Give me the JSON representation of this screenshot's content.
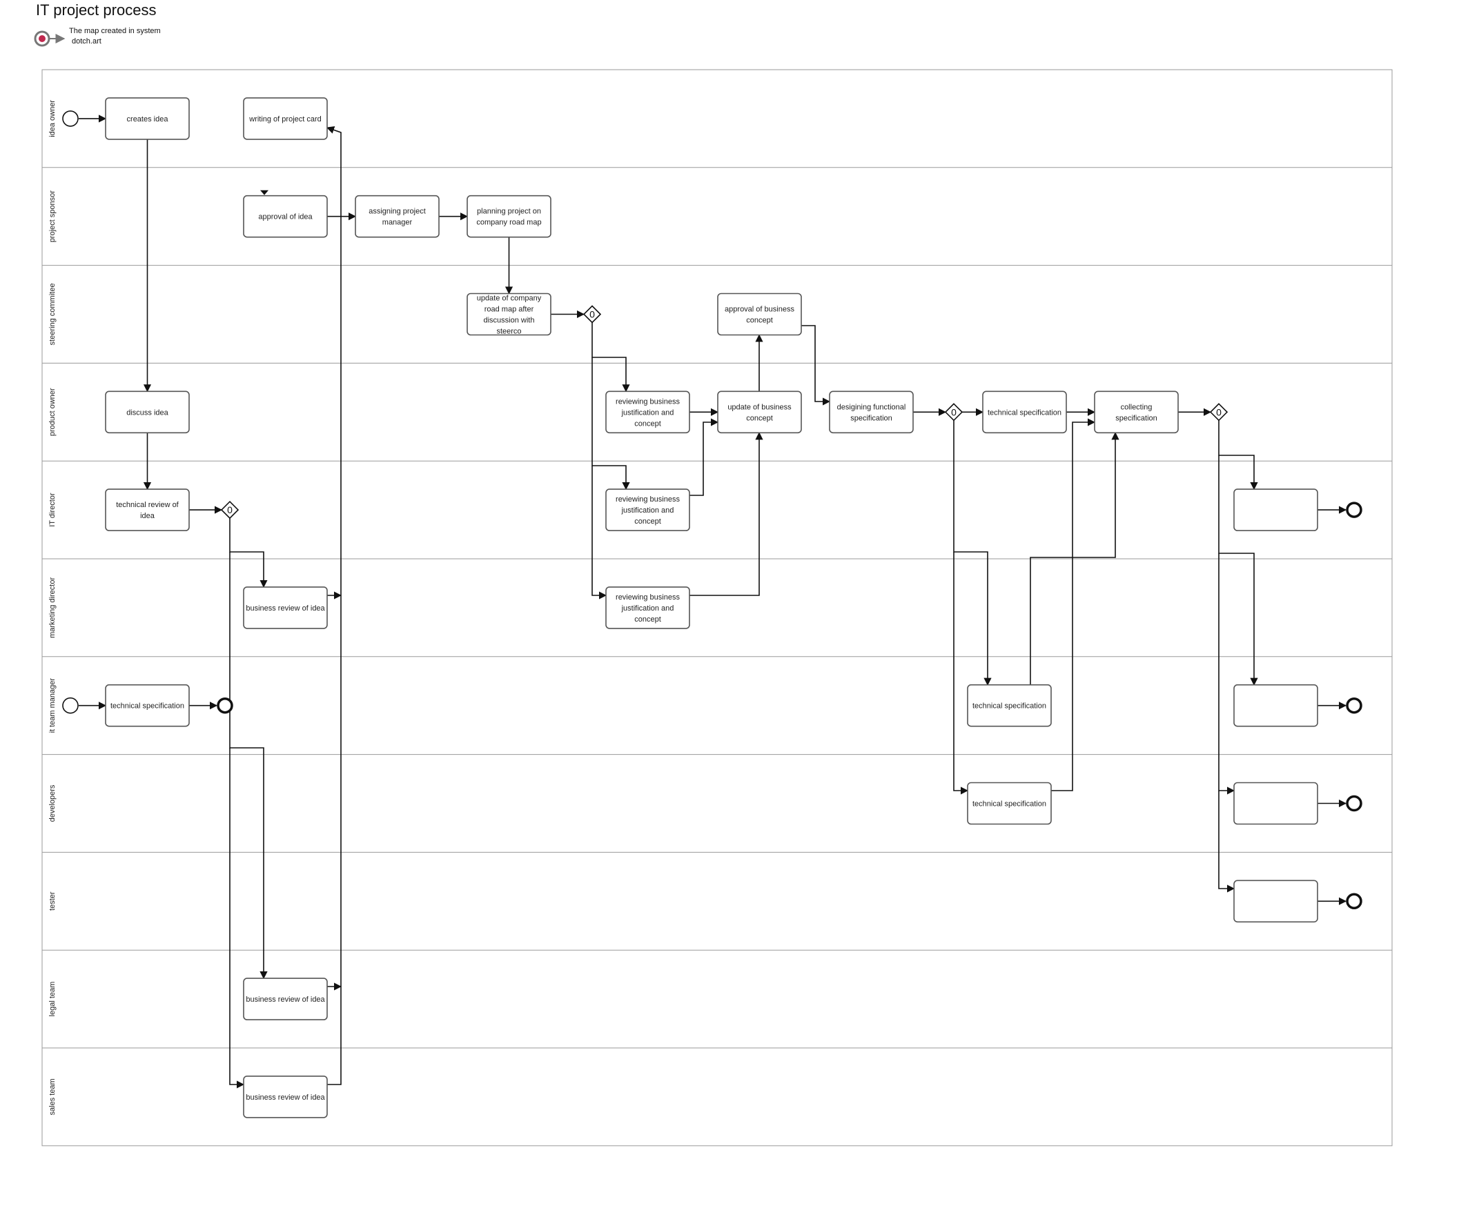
{
  "title": "IT project process",
  "brand": {
    "line1": "The map created in system",
    "line2": "dotch.art"
  },
  "colors": {
    "lane_border": "#9a9a9a",
    "task_border": "#555555",
    "edge": "#111111",
    "brand_dot": "#c0294f"
  },
  "lanes": [
    "idea owner",
    "project sponsor",
    "steering commitee",
    "product owner",
    "IT director",
    "marketing director",
    "it team manager",
    "developers",
    "tester",
    "legal team",
    "sales team"
  ],
  "gateway_label": "0",
  "tasks": {
    "creates_idea": [
      "creates idea"
    ],
    "writing_card": [
      "writing of project card"
    ],
    "approval_idea": [
      "approval of idea"
    ],
    "assigning_pm": [
      "assigning project",
      "manager"
    ],
    "planning_roadmap": [
      "planning project on",
      "company road map"
    ],
    "update_roadmap": [
      "update of company",
      "road map after",
      "discussion with",
      "steerco"
    ],
    "approval_bc": [
      "approval of business",
      "concept"
    ],
    "discuss_idea": [
      "discuss idea"
    ],
    "reviewing_bj_1": [
      "reviewing business",
      "justification and",
      "concept"
    ],
    "update_bc": [
      "update of business",
      "concept"
    ],
    "designing_fs": [
      "desigining functional",
      "specification"
    ],
    "tech_spec_po": [
      "technical specification"
    ],
    "collecting_spec": [
      "collecting",
      "specification"
    ],
    "tech_review": [
      "technical review of",
      "idea"
    ],
    "reviewing_bj_2": [
      "reviewing business",
      "justification and",
      "concept"
    ],
    "end_task_itd": [],
    "business_review_md": [
      "business review of idea"
    ],
    "reviewing_bj_3": [
      "reviewing business",
      "justification and",
      "concept"
    ],
    "tech_spec_itm_left": [
      "technical specification"
    ],
    "tech_spec_itm": [
      "technical specification"
    ],
    "end_task_itm": [],
    "tech_spec_dev": [
      "technical specification"
    ],
    "end_task_dev": [],
    "end_task_tester": [],
    "business_review_legal": [
      "business review of idea"
    ],
    "business_review_sales": [
      "business review of idea"
    ]
  }
}
